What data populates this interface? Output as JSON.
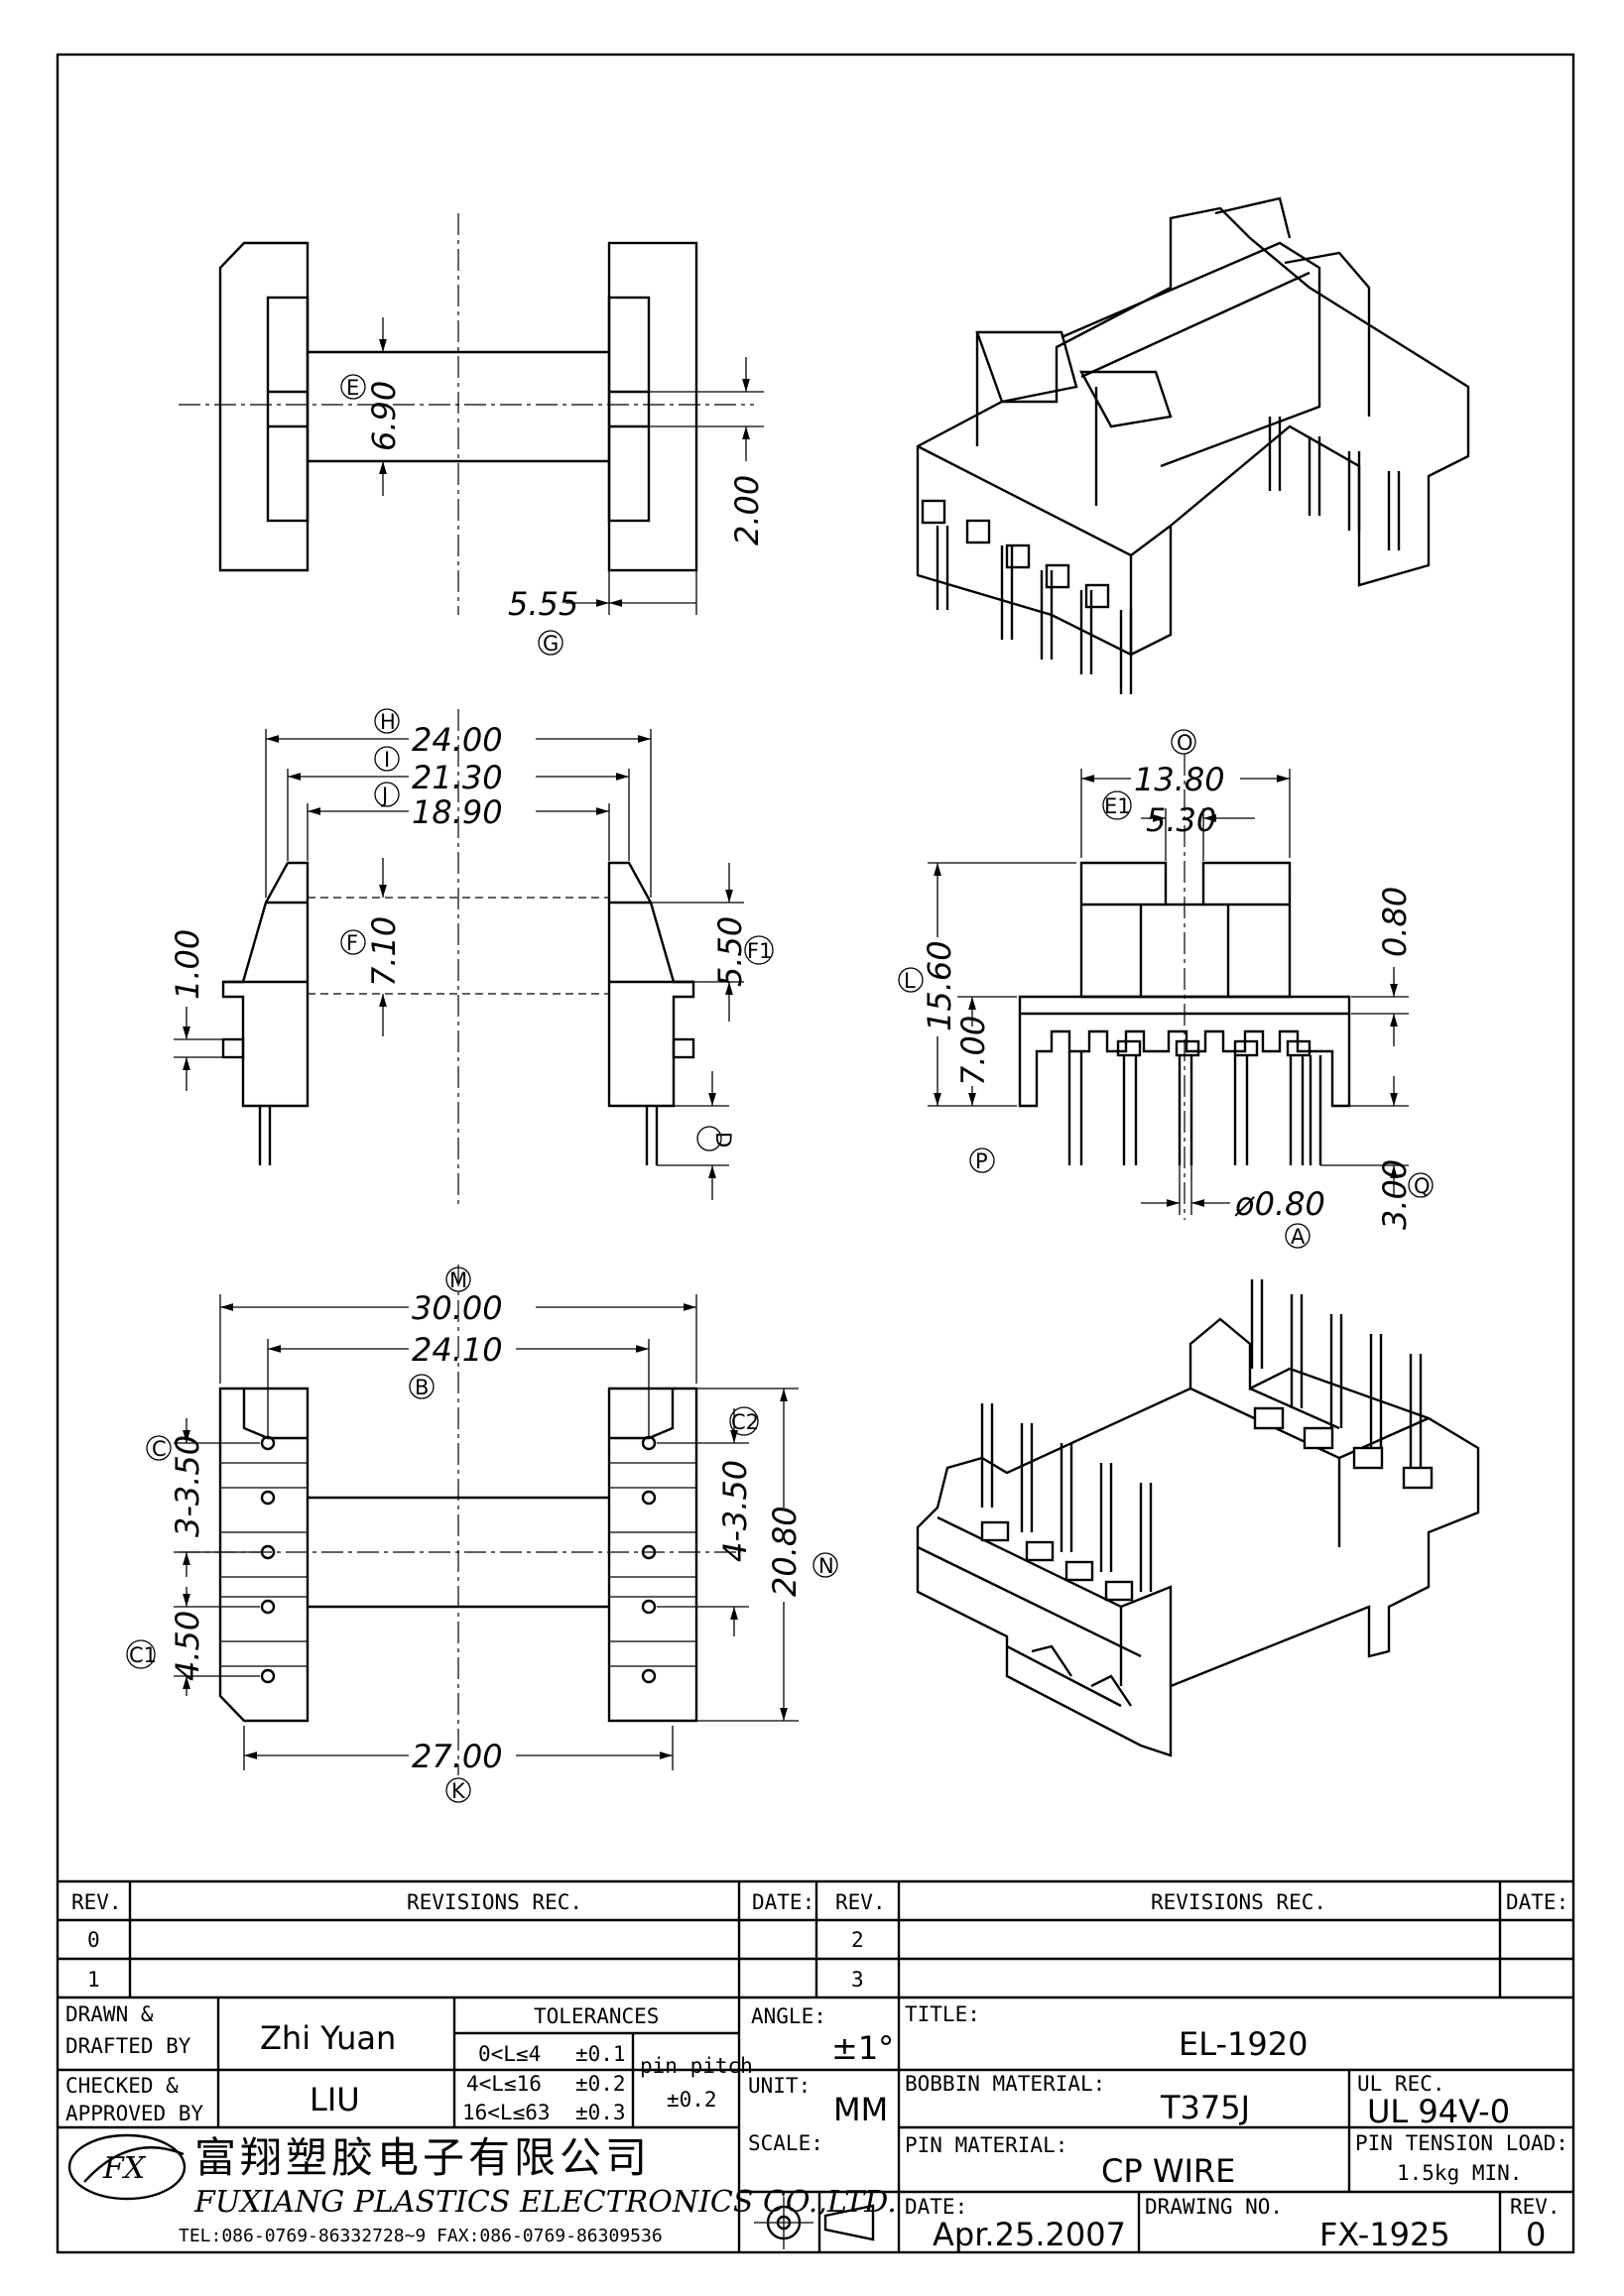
{
  "views": {
    "top": {
      "dim_e": "6.90",
      "label_e": "E",
      "dim_2": "2.00",
      "dim_g": "5.55",
      "label_g": "G"
    },
    "front": {
      "dim_h": "24.00",
      "label_h": "H",
      "dim_i": "21.30",
      "label_i": "I",
      "dim_j": "18.90",
      "label_j": "J",
      "dim_f": "7.10",
      "label_f": "F",
      "dim_f1": "5.50",
      "label_f1": "F1",
      "dim_1": "1.00",
      "label_d": "D"
    },
    "side": {
      "dim_o": "13.80",
      "label_o": "O",
      "dim_e1": "5.30",
      "label_e1": "E1",
      "dim_l": "15.60",
      "label_l": "L",
      "dim_7": "7.00",
      "dim_08": "0.80",
      "label_p": "P",
      "dim_pin": "ø0.80",
      "label_a": "A",
      "dim_q": "3.00",
      "label_q": "Q"
    },
    "bottom": {
      "dim_m": "30.00",
      "label_m": "M",
      "dim_b": "24.10",
      "label_b": "B",
      "dim_c": "3-3.50",
      "label_c": "C",
      "dim_c2": "4-3.50",
      "label_c2": "C2",
      "dim_n": "20.80",
      "label_n": "N",
      "dim_c1": "4.50",
      "label_c1": "C1",
      "dim_k": "27.00",
      "label_k": "K"
    }
  },
  "title_block": {
    "rev_header": "REV.",
    "revisions_header": "REVISIONS  REC.",
    "date_header": "DATE:",
    "rev_rows_left": [
      "0",
      "1"
    ],
    "rev_rows_right": [
      "2",
      "3"
    ],
    "drawn_label_1": "DRAWN &",
    "drawn_label_2": "DRAFTED BY",
    "drawn_by": "Zhi Yuan",
    "checked_label_1": "CHECKED &",
    "checked_label_2": "APPROVED BY",
    "checked_by": "LIU",
    "tolerances_label": "TOLERANCES",
    "tolerance_rows": [
      {
        "range": "0<L≤4",
        "value": "±0.1"
      },
      {
        "range": "4<L≤16",
        "value": "±0.2"
      },
      {
        "range": "16<L≤63",
        "value": "±0.3"
      }
    ],
    "pin_pitch_label": "pin pitch",
    "pin_pitch_value": "±0.2",
    "angle_label": "ANGLE:",
    "angle_value": "±1°",
    "unit_label": "UNIT:",
    "unit_value": "MM",
    "scale_label": "SCALE:",
    "title_label": "TITLE:",
    "title_value": "EL-1920",
    "bobbin_material_label": "BOBBIN MATERIAL:",
    "bobbin_material_value": "T375J",
    "ul_rec_label": "UL REC.",
    "ul_rec_value": "UL 94V-0",
    "pin_material_label": "PIN MATERIAL:",
    "pin_material_value": "CP WIRE",
    "pin_tension_label": "PIN TENSION LOAD:",
    "pin_tension_value": "1.5kg MIN.",
    "date_label": "DATE:",
    "date_value": "Apr.25.2007",
    "drawing_no_label": "DRAWING NO.",
    "drawing_no_value": "FX-1925",
    "rev_label": "REV.",
    "rev_value": "0",
    "company_cn": "富翔塑胶电子有限公司",
    "company_en": "FUXIANG PLASTICS ELECTRONICS CO.,LTD.",
    "company_tel": "TEL:086-0769-86332728~9  FAX:086-0769-86309536",
    "logo_text": "FX"
  }
}
